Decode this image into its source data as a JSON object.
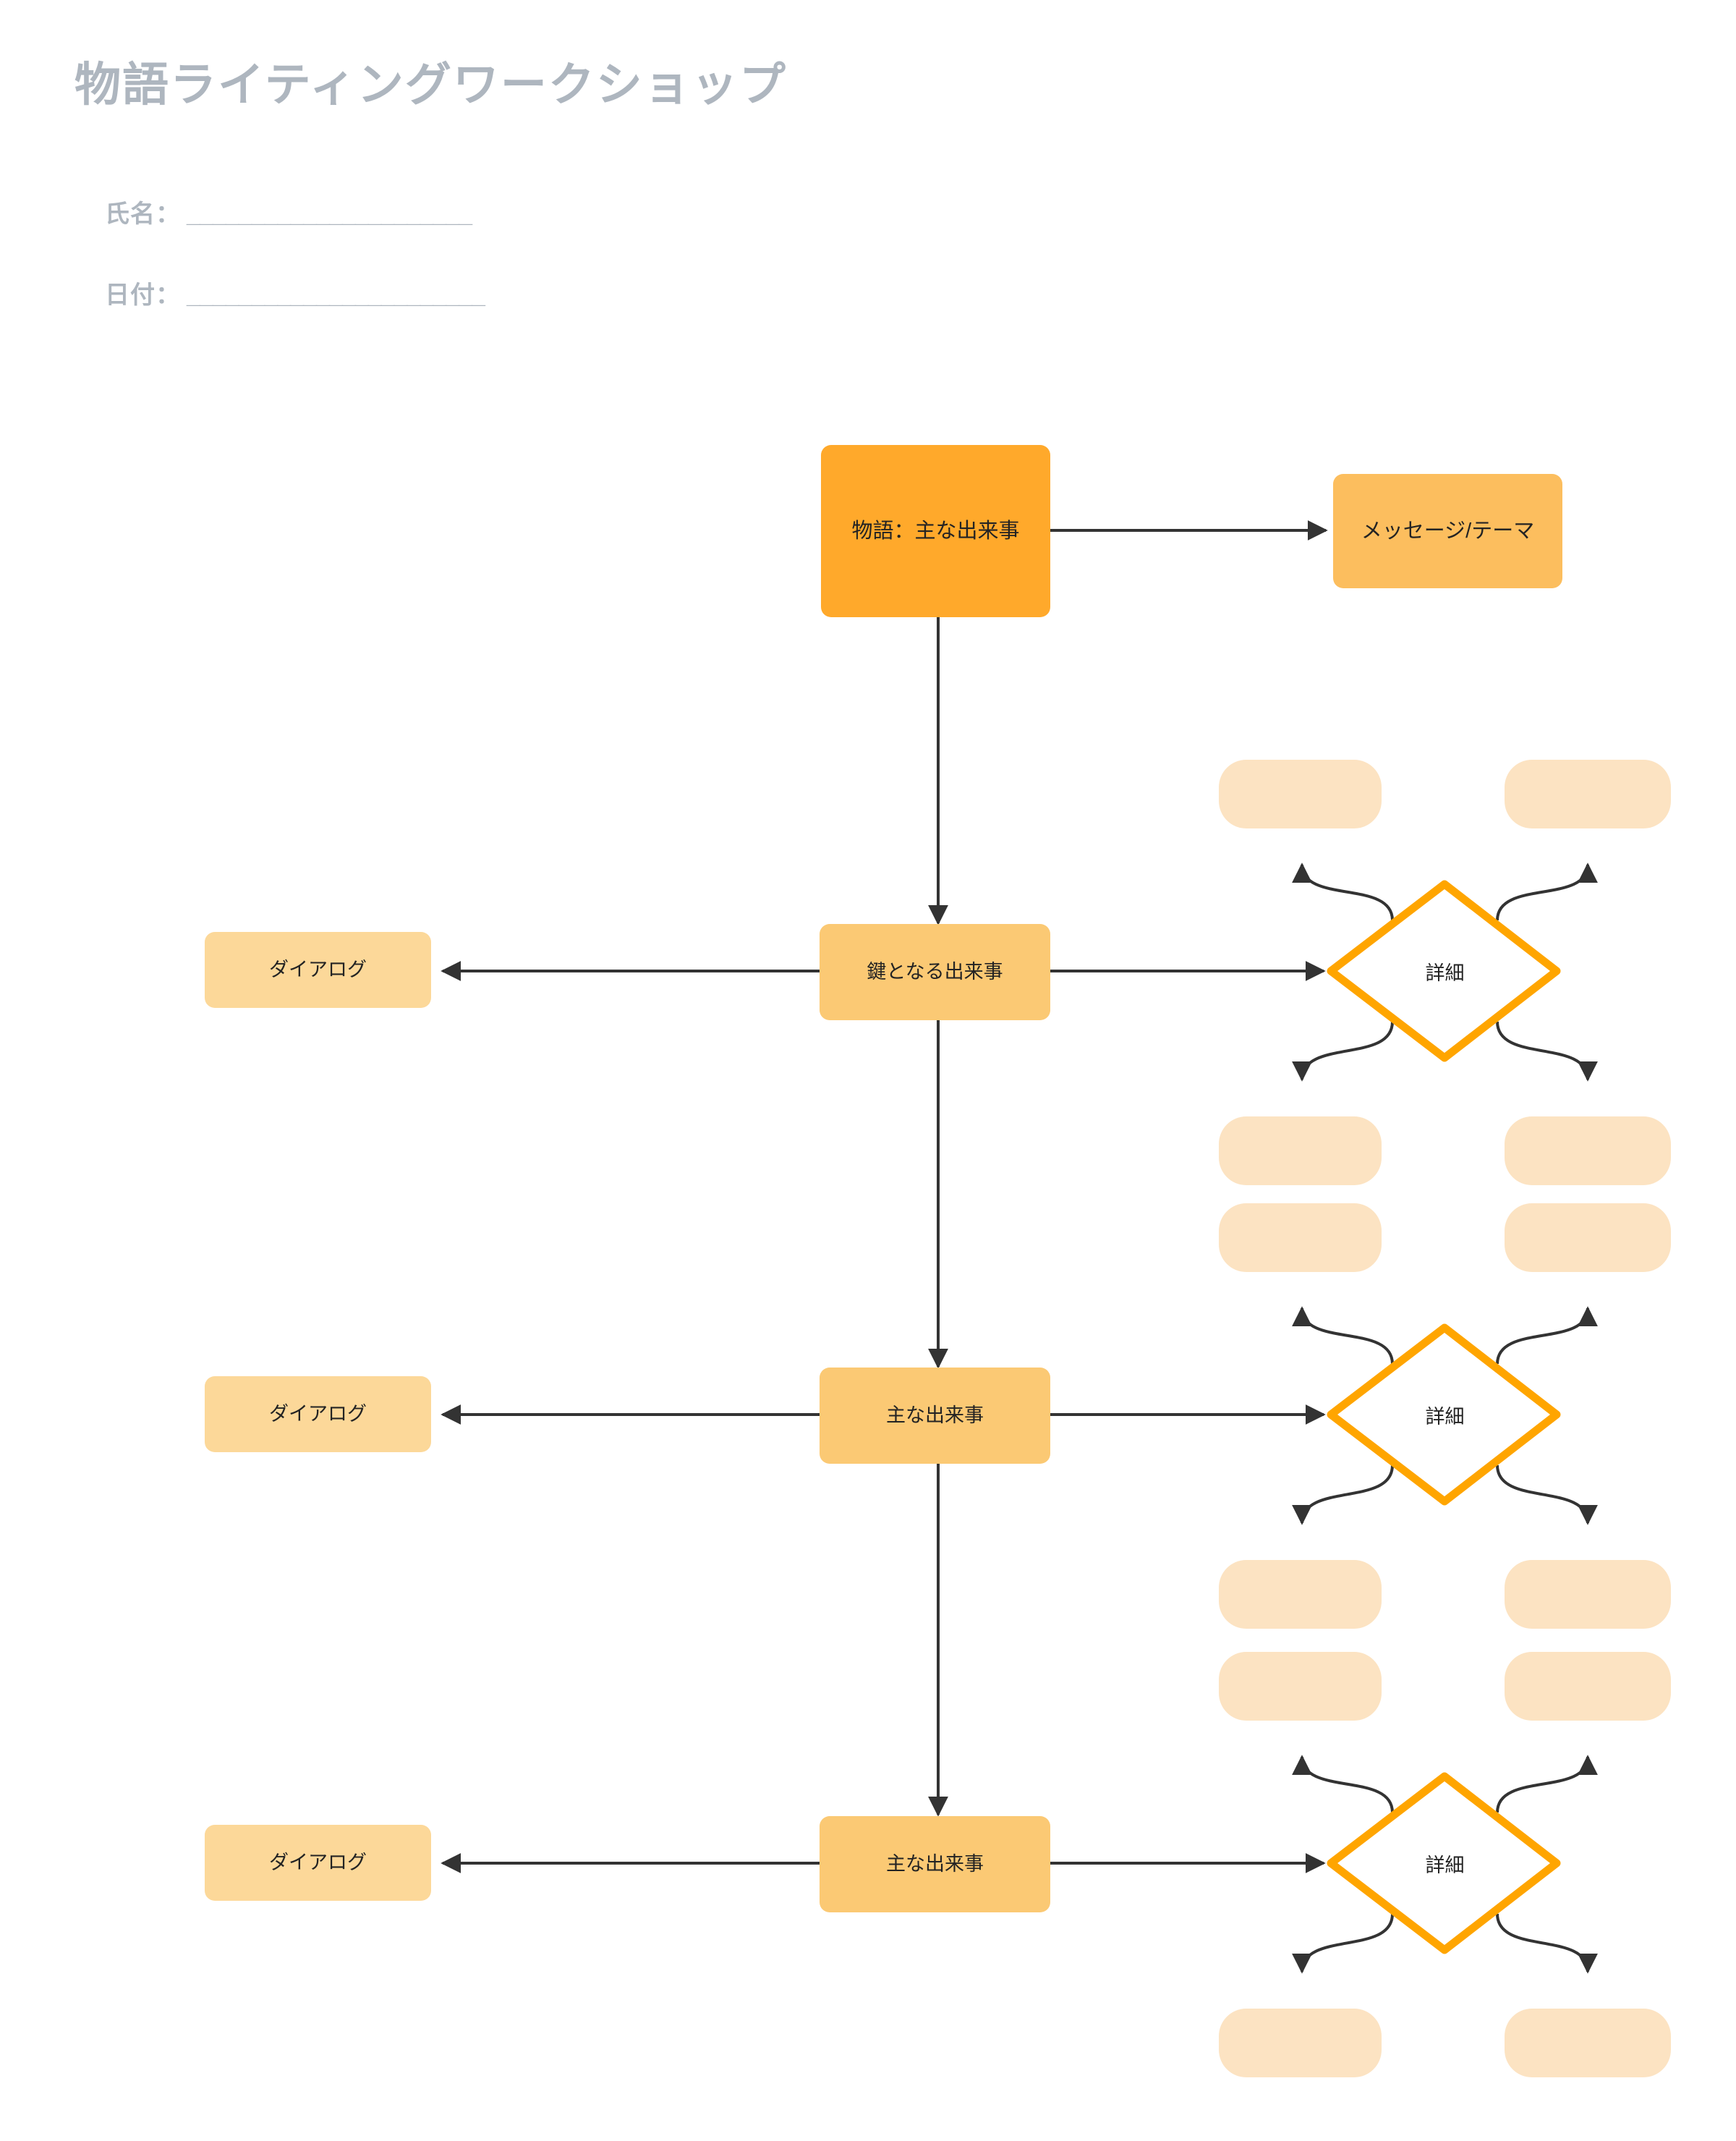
{
  "page": {
    "title": "物語ライティングワークショップ",
    "background": "#FFFFFF",
    "title_color": "#AEB6BF"
  },
  "fields": [
    {
      "label": "氏名：",
      "rule": "______________________",
      "value": ""
    },
    {
      "label": "日付：",
      "rule": "_______________________",
      "value": ""
    }
  ],
  "colors": {
    "root_node": "#FFA92B",
    "theme_node": "#FCBE5E",
    "event_node": "#FBC974",
    "dialog_node": "#FCD899",
    "blank_node": "#FCE3C2",
    "diamond_stroke": "#FFA500",
    "connector": "#333333",
    "header_text": "#AEB6BF",
    "node_text": "#232323"
  },
  "diagram": {
    "root": {
      "label": "物語：主な出来事"
    },
    "theme": {
      "label": "メッセージ/テーマ"
    },
    "rows": [
      {
        "event": {
          "label": "鍵となる出来事"
        },
        "dialog": {
          "label": "ダイアログ"
        },
        "detail": {
          "label": "詳細"
        },
        "blanks": [
          {
            "label": ""
          },
          {
            "label": ""
          },
          {
            "label": ""
          },
          {
            "label": ""
          }
        ]
      },
      {
        "event": {
          "label": "主な出来事"
        },
        "dialog": {
          "label": "ダイアログ"
        },
        "detail": {
          "label": "詳細"
        },
        "blanks": [
          {
            "label": ""
          },
          {
            "label": ""
          },
          {
            "label": ""
          },
          {
            "label": ""
          }
        ]
      },
      {
        "event": {
          "label": "主な出来事"
        },
        "dialog": {
          "label": "ダイアログ"
        },
        "detail": {
          "label": "詳細"
        },
        "blanks": [
          {
            "label": ""
          },
          {
            "label": ""
          },
          {
            "label": ""
          },
          {
            "label": ""
          }
        ]
      }
    ]
  }
}
